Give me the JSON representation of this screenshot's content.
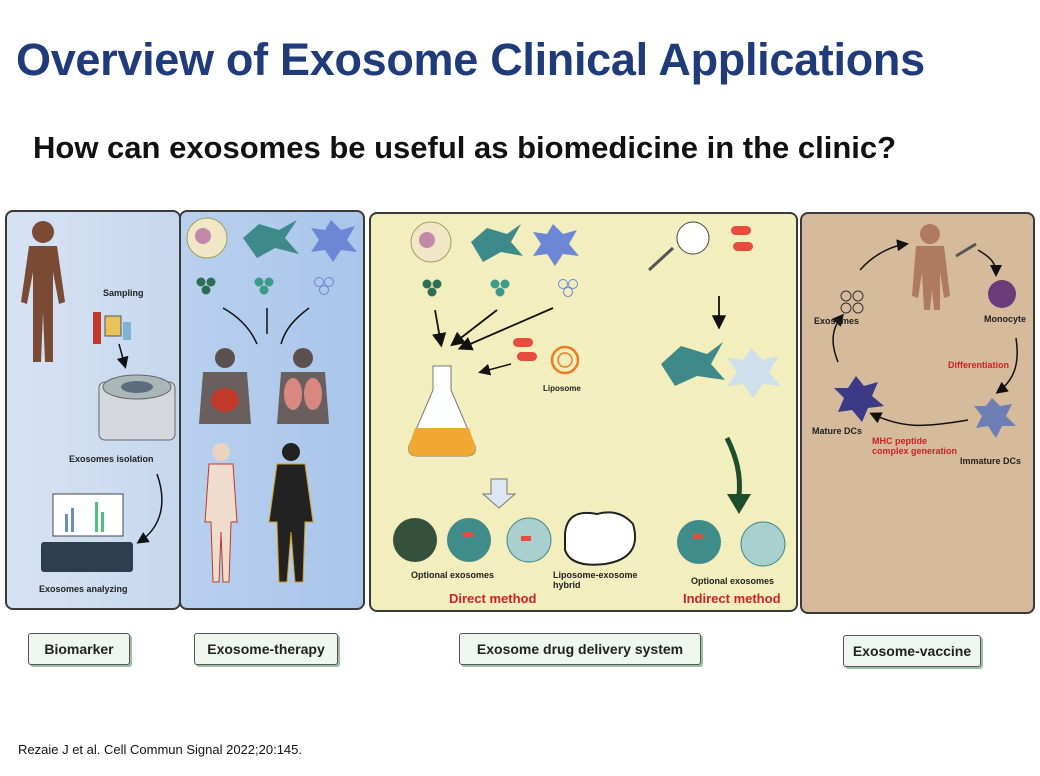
{
  "title": "Overview of Exosome Clinical Applications",
  "subtitle": "How can exosomes be useful as biomedicine in the clinic?",
  "panels": {
    "biomarker": {
      "sampling": "Sampling",
      "isolation": "Exosomes isolation",
      "analyzing": "Exosomes analyzing"
    },
    "delivery": {
      "liposome": "Liposome",
      "optional_direct": "Optional exosomes",
      "hybrid": "Liposome-exosome hybrid",
      "optional_indirect": "Optional exosomes",
      "direct_method": "Direct method",
      "indirect_method": "Indirect method"
    },
    "vaccine": {
      "exosomes": "Exosomes",
      "monocyte": "Monocyte",
      "differentiation": "Differentiation",
      "mature_dcs": "Mature DCs",
      "mhc": "MHC peptide complex generation",
      "immature_dcs": "Immature DCs"
    }
  },
  "labels": {
    "biomarker": "Biomarker",
    "therapy": "Exosome-therapy",
    "delivery": "Exosome  drug delivery system",
    "vaccine": "Exosome-vaccine"
  },
  "citation": "Rezaie J et al. Cell Commun Signal 2022;20:145.",
  "colors": {
    "title": "#1f3b7a",
    "panel_biomarker": "#d7e3f3",
    "panel_therapy": "#aac5ea",
    "panel_delivery": "#f3eebd",
    "panel_vaccine": "#d6ba9c",
    "red_text": "#cc2222"
  }
}
